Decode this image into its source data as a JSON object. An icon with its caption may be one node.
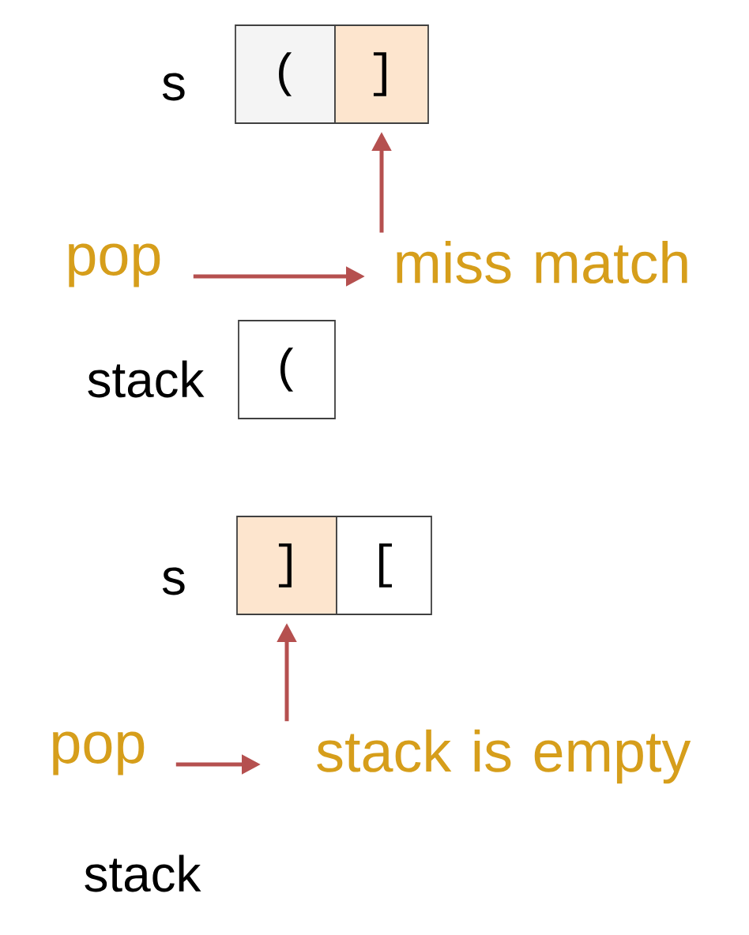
{
  "diagram": {
    "nodes": [
      {
        "text": [
          "("
        ]
      },
      {
        "text": [
          "]"
        ]
      },
      {
        "text": [
          "pop"
        ]
      },
      {
        "text": [
          "miss match"
        ]
      },
      {
        "text": [
          "("
        ]
      },
      {
        "text": [
          "]"
        ]
      },
      {
        "text": [
          "["
        ]
      },
      {
        "text": [
          "pop"
        ]
      },
      {
        "text": [
          "stack is empty"
        ]
      }
    ],
    "edges": [
      {
        "from": 2,
        "to": 3,
        "arrow": "to"
      },
      {
        "from": 3,
        "to": 1,
        "arrow": "to"
      },
      {
        "from": 7,
        "to": 8,
        "arrow": "to"
      },
      {
        "from": 8,
        "to": 5,
        "arrow": "to"
      }
    ],
    "labels": [
      "s",
      "stack",
      "s",
      "stack"
    ]
  }
}
